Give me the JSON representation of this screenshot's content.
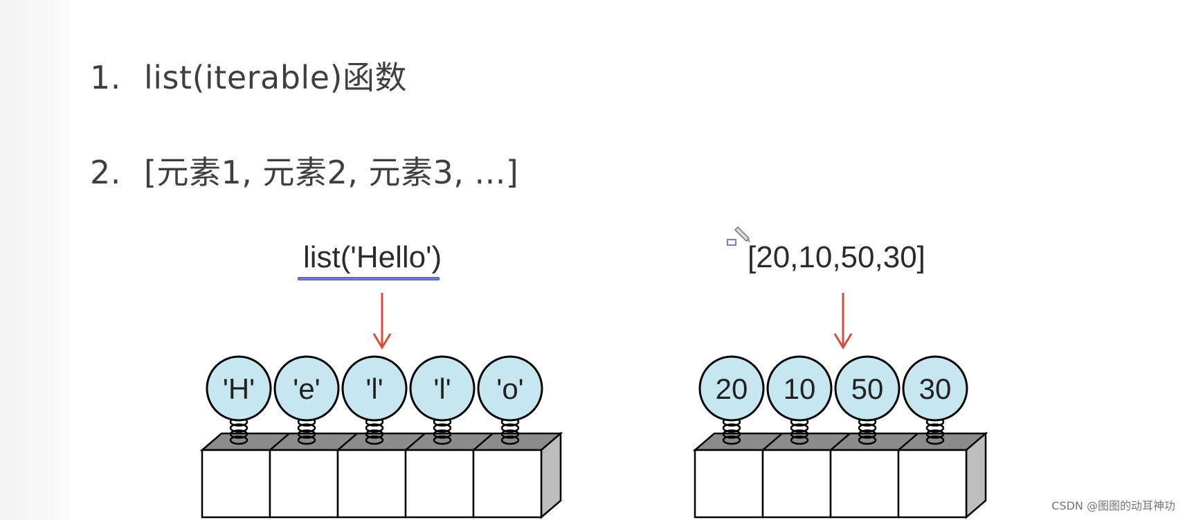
{
  "slide": {
    "items": [
      {
        "number": "1.",
        "text": "list(iterable)函数"
      },
      {
        "number": "2.",
        "text": "[元素1, 元素2, 元素3, ...]"
      }
    ]
  },
  "left_diagram": {
    "expression": "list('Hello')",
    "elements": [
      "'H'",
      "'e'",
      "'l'",
      "'l'",
      "'o'"
    ]
  },
  "right_diagram": {
    "expression": "[20,10,50,30]",
    "elements": [
      "20",
      "10",
      "50",
      "30"
    ]
  },
  "colors": {
    "balloon_fill": "#c6e7f0",
    "arrow": "#d84a3a",
    "underline": "#6f79d6",
    "box_top": "#8c8c8c",
    "box_side": "#bdbdbd"
  },
  "watermark": "CSDN @图图的动耳神功"
}
